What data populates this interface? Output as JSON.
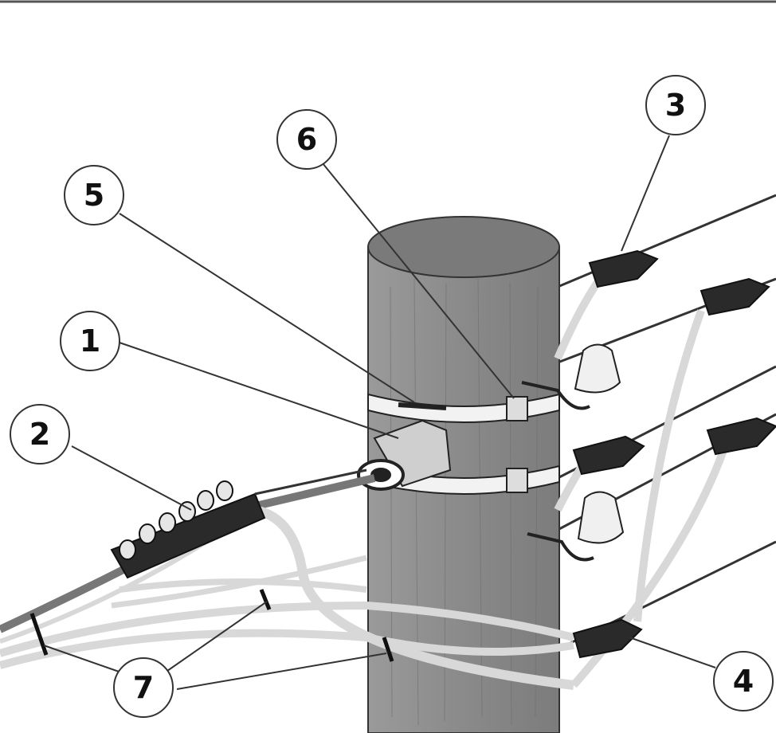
{
  "callouts": [
    {
      "id": "1",
      "label": "1"
    },
    {
      "id": "2",
      "label": "2"
    },
    {
      "id": "3",
      "label": "3"
    },
    {
      "id": "4",
      "label": "4"
    },
    {
      "id": "5",
      "label": "5"
    },
    {
      "id": "6",
      "label": "6"
    },
    {
      "id": "7",
      "label": "7"
    }
  ],
  "colors": {
    "pole": "#8c8c8c",
    "pole_top": "#7a7a7a",
    "clamp": "#2a2a2a",
    "cable": "#d8d8d8",
    "outline": "#222222",
    "insulator": "#f0f0f0"
  }
}
